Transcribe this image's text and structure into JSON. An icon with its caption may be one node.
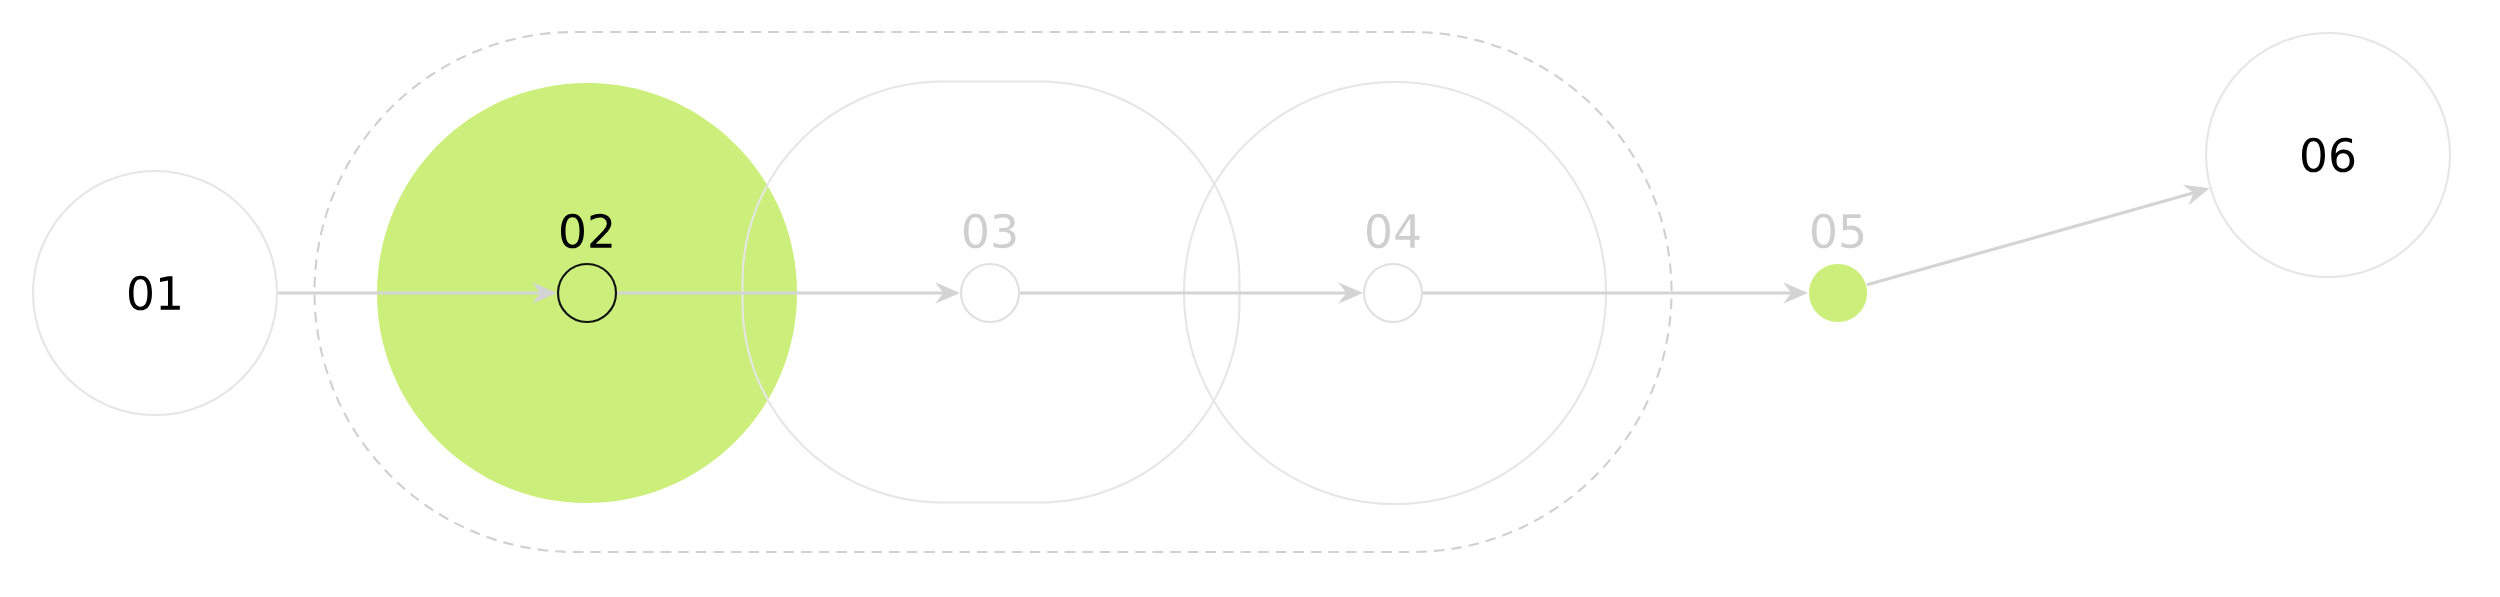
{
  "diagram": {
    "nodes": [
      {
        "text": [
          "01"
        ]
      },
      {
        "text": [],
        "shape": "box"
      },
      {
        "text": [],
        "shape": "circle",
        "in": 1
      },
      {
        "text": [],
        "shape": "box",
        "in": 1
      },
      {
        "text": [],
        "shape": "circle",
        "in": 1
      },
      {
        "text": [
          "02"
        ],
        "in": 2
      },
      {
        "text": [
          "03"
        ],
        "in": 3
      },
      {
        "text": [
          "04"
        ],
        "in": 4
      },
      {
        "text": [
          "05"
        ]
      },
      {
        "text": [
          "06"
        ]
      }
    ],
    "edges": [
      {
        "from": 0,
        "to": 5,
        "arrow": "to"
      },
      {
        "from": 5,
        "to": 6,
        "arrow": "to"
      },
      {
        "from": 6,
        "to": 7,
        "arrow": "to"
      },
      {
        "from": 7,
        "to": 8,
        "arrow": "to"
      },
      {
        "from": 8,
        "to": 9,
        "arrow": "to"
      }
    ]
  }
}
